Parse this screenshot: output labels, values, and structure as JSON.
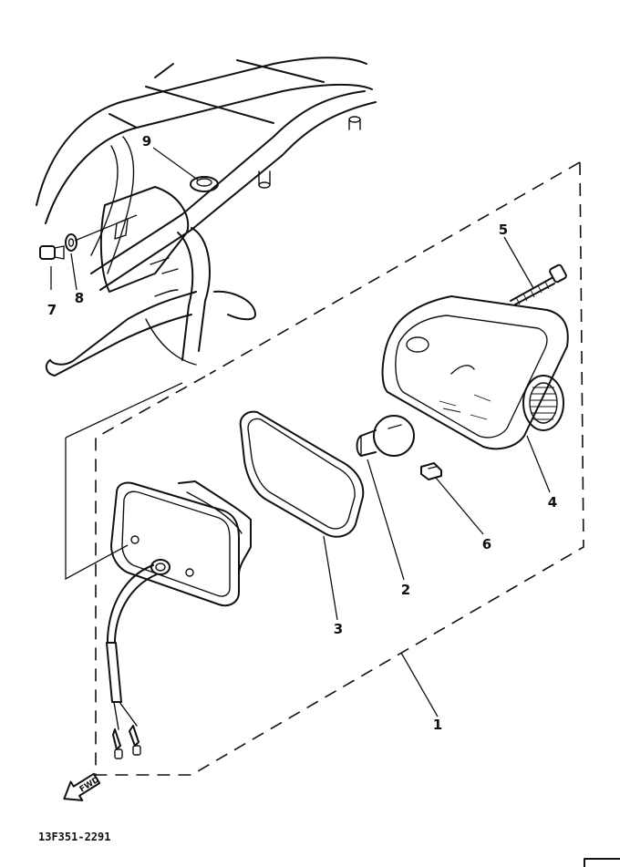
{
  "diagram": {
    "part_callouts": [
      {
        "number": "1",
        "part": "tail-light-assembly"
      },
      {
        "number": "2",
        "part": "bulb"
      },
      {
        "number": "3",
        "part": "lens-gasket"
      },
      {
        "number": "4",
        "part": "lens"
      },
      {
        "number": "5",
        "part": "lens-screw"
      },
      {
        "number": "6",
        "part": "socket-clip"
      },
      {
        "number": "7",
        "part": "mounting-bolt"
      },
      {
        "number": "8",
        "part": "washer"
      },
      {
        "number": "9",
        "part": "grommet"
      }
    ],
    "direction_label": "FWD",
    "drawing_code": "13F351-2291"
  },
  "colors": {
    "ink": "#111111",
    "paper": "#ffffff"
  }
}
